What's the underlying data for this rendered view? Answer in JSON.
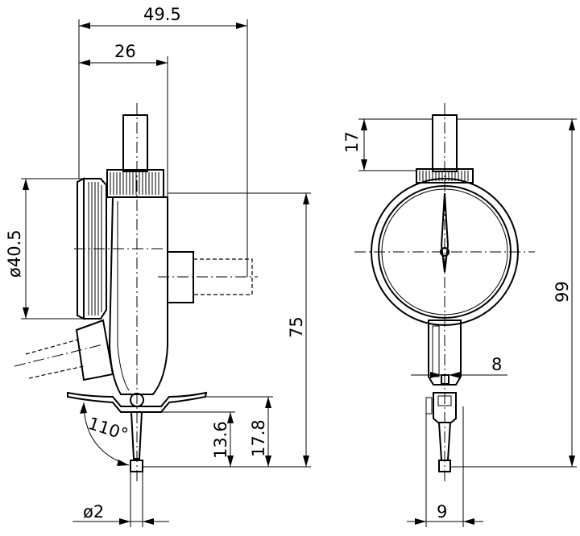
{
  "dimensions": {
    "overall_width": "49.5",
    "body_width": "26",
    "dial_diameter": "ø40.5",
    "height_75": "75",
    "height_13_6": "13.6",
    "height_17_8": "17.8",
    "angle": "110°",
    "stylus_dia": "ø2",
    "stem_height": "17",
    "overall_height": "99",
    "body_front_width": "8",
    "stylus_front_width": "9"
  }
}
